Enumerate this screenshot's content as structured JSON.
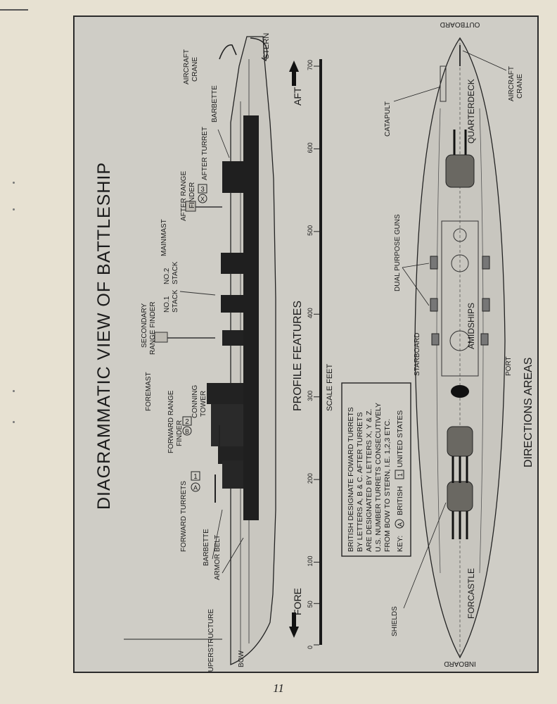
{
  "title": "DIAGRAMMATIC VIEW OF BATTLESHIP",
  "page_number": "11",
  "profile": {
    "heading": "PROFILE FEATURES",
    "fore": "FORE",
    "aft": "AFT",
    "scale_label": "SCALE FEET",
    "scale_ticks": [
      "0",
      "50",
      "100",
      "200",
      "300",
      "400",
      "500",
      "600",
      "700"
    ],
    "labels": {
      "superstructure": "SUPERSTRUCTURE",
      "bow": "BOW",
      "stern": "STERN",
      "armor_belt": "ARMOR BELT",
      "barbette_fwd": "BARBETTE",
      "forward_turrets": "FORWARD TURRETS",
      "forward_range_finder": [
        "FORWARD RANGE",
        "FINDER"
      ],
      "conning_tower": [
        "CONNING",
        "TOWER"
      ],
      "foremast": "FOREMAST",
      "secondary_range_finder": [
        "SECONDARY",
        "RANGE FINDER"
      ],
      "no1_stack": [
        "NO.1",
        "STACK"
      ],
      "no2_stack": [
        "NO.2",
        "STACK"
      ],
      "mainmast": "MAINMAST",
      "after_range_finder": [
        "AFTER RANGE",
        "FINDER"
      ],
      "after_turret": "AFTER TURRET",
      "barbette_aft": "BARBETTE",
      "aircraft_crane": [
        "AIRCRAFT",
        "CRANE"
      ]
    },
    "turret_key": {
      "fwd_num1": "1",
      "fwd_num2": "2",
      "fwd_let1": "A",
      "fwd_let2": "B",
      "aft_num": "3",
      "aft_let": "X"
    }
  },
  "key_box": {
    "lines": [
      "BRITISH DESIGNATE FOWARD TURRETS",
      "BY LETTERS A, B & C. AFTER TURRETS",
      "ARE DESIGNATED BY LETTERS X, Y & Z.",
      "U.S. NUMBER TURRETS CONSECUTIVELY",
      "FROM BOW TO STERN, I.E. 1,2,3 ETC."
    ],
    "key_label": "KEY:",
    "key_letter": "A",
    "key_british": "BRITISH",
    "key_number": "1",
    "key_us": "UNITED STATES"
  },
  "directions": {
    "heading": "DIRECTIONS   AREAS",
    "outboard": "OUTBOARD",
    "inboard": "INBOARD",
    "port": "PORT",
    "starboard": "STARBOARD",
    "forcastle": "FORCASTLE",
    "amidships": "AMIDSHIPS",
    "quarterdeck": "QUARTERDECK",
    "shields": "SHIELDS",
    "dual_purpose_guns": "DUAL PURPOSE GUNS",
    "catapult": "CATAPULT",
    "aircraft_crane": [
      "AIRCRAFT",
      "CRANE"
    ]
  }
}
